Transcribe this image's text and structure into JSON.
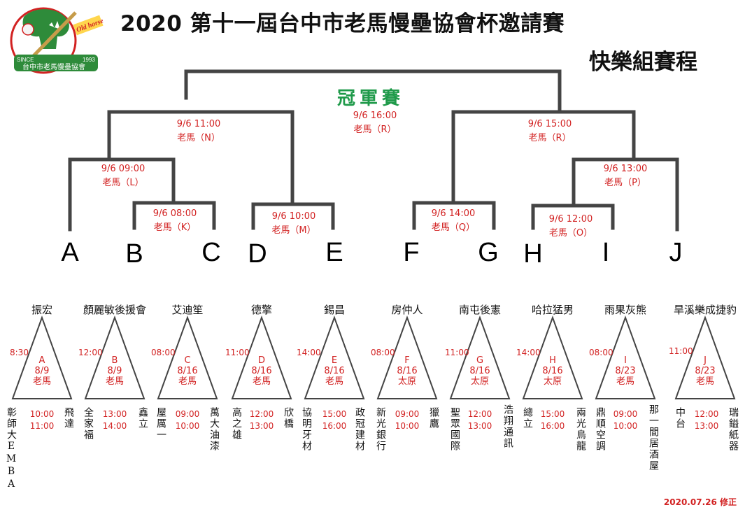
{
  "title": "2020 第十一屆台中市老馬慢壘協會杯邀請賽",
  "subtitle": "快樂組賽程",
  "logo": {
    "brand": "Old horse",
    "since": "SINCE",
    "year": "1993",
    "org": "台中市老馬慢壘協會"
  },
  "final": {
    "label": "冠軍賽",
    "time": "9/6  16:00",
    "venue": "老馬（R）"
  },
  "bracket": {
    "n": {
      "time": "9/6  11:00",
      "venue": "老馬（N）"
    },
    "r": {
      "time": "9/6  15:00",
      "venue": "老馬（R）"
    },
    "l": {
      "time": "9/6  09:00",
      "venue": "老馬（L）"
    },
    "p": {
      "time": "9/6  13:00",
      "venue": "老馬（P）"
    },
    "k": {
      "time": "9/6  08:00",
      "venue": "老馬（K）"
    },
    "m": {
      "time": "9/6  10:00",
      "venue": "老馬（M）"
    },
    "q": {
      "time": "9/6  14:00",
      "venue": "老馬（Q）"
    },
    "o": {
      "time": "9/6  12:00",
      "venue": "老馬（O）"
    }
  },
  "letters": [
    "A",
    "B",
    "C",
    "D",
    "E",
    "F",
    "G",
    "H",
    "I",
    "J"
  ],
  "groups": [
    {
      "team": "振宏",
      "letter": "A",
      "date": "8/9",
      "venue": "老馬",
      "side_time": "8:30",
      "left": "彰師大EMBA",
      "right": "飛達",
      "times": [
        "10:00",
        "11:00"
      ]
    },
    {
      "team": "顏麗敏後援會",
      "letter": "B",
      "date": "8/9",
      "venue": "老馬",
      "side_time": "12:00",
      "left": "全家福",
      "right": "鑫立",
      "times": [
        "13:00",
        "14:00"
      ]
    },
    {
      "team": "艾迪笙",
      "letter": "C",
      "date": "8/16",
      "venue": "老馬",
      "side_time": "08:00",
      "left": "屋厲一",
      "right": "萬大油漆",
      "times": [
        "09:00",
        "10:00"
      ]
    },
    {
      "team": "德擎",
      "letter": "D",
      "date": "8/16",
      "venue": "老馬",
      "side_time": "11:00",
      "left": "高之雄",
      "right": "欣橋",
      "times": [
        "12:00",
        "13:00"
      ]
    },
    {
      "team": "錫昌",
      "letter": "E",
      "date": "8/16",
      "venue": "老馬",
      "side_time": "14:00",
      "left": "協明牙材",
      "right": "政冠建材",
      "times": [
        "15:00",
        "16:00"
      ]
    },
    {
      "team": "房仲人",
      "letter": "F",
      "date": "8/16",
      "venue": "太原",
      "side_time": "08:00",
      "left": "新光銀行",
      "right": "獵鷹",
      "times": [
        "09:00",
        "10:00"
      ]
    },
    {
      "team": "南屯後憲",
      "letter": "G",
      "date": "8/16",
      "venue": "太原",
      "side_time": "11:00",
      "left": "聖眾國際",
      "right": "浩翔通訊",
      "times": [
        "12:00",
        "13:00"
      ]
    },
    {
      "team": "哈拉猛男",
      "letter": "H",
      "date": "8/16",
      "venue": "太原",
      "side_time": "14:00",
      "left": "總立",
      "right": "兩光烏龍",
      "times": [
        "15:00",
        "16:00"
      ]
    },
    {
      "team": "雨果灰熊",
      "letter": "I",
      "date": "8/23",
      "venue": "老馬",
      "side_time": "08:00",
      "left": "鼎順空調",
      "right": "那一間居酒屋",
      "times": [
        "09:00",
        "10:00"
      ]
    },
    {
      "team": "旱溪樂成捷豹",
      "letter": "J",
      "date": "8/23",
      "venue": "老馬",
      "side_time": "11:00",
      "left": "中台",
      "right": "瑞鎰紙器",
      "times": [
        "12:00",
        "13:00"
      ]
    }
  ],
  "revision": "2020.07.26 修正",
  "colors": {
    "line": "#444444",
    "red": "#d22222",
    "green": "#1f9a4a"
  }
}
